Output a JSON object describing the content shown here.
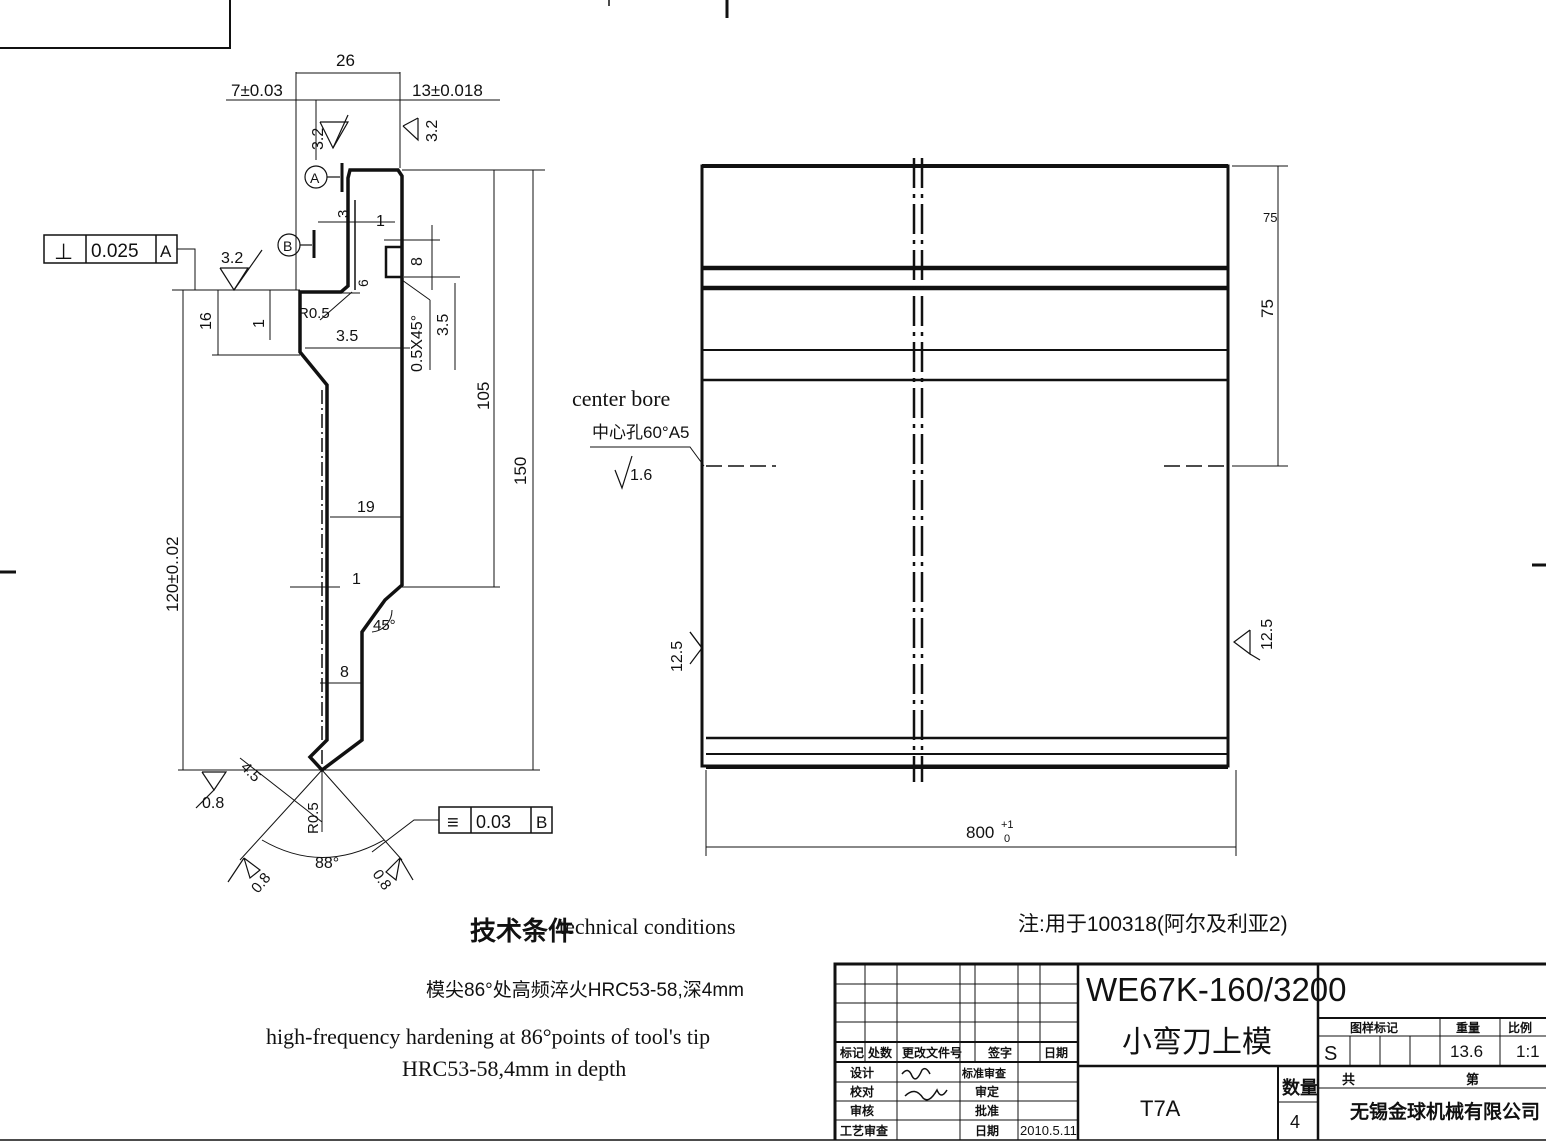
{
  "profile": {
    "dim_top": "26",
    "dim_left_offset": "7±0.03",
    "dim_right_offset": "13±0.018",
    "rough_top_left": "3.2",
    "rough_top_right": "3.2",
    "datum_a": "A",
    "datum_b": "B",
    "dim_3": "3",
    "dim_1_top": "1",
    "dim_8": "8",
    "dim_6": "6",
    "perp_symbol": "⊥",
    "perp_tol": "0.025",
    "perp_datum": "A",
    "rough_left": "3.2",
    "dim_16": "16",
    "dim_1_left": "1",
    "radius_r05_top": "R0.5",
    "dim_3_5_a": "3.5",
    "chamfer": "0.5X45°",
    "dim_3_5_b": "3.5",
    "dim_105": "105",
    "dim_150": "150",
    "dim_120": "120±0..02",
    "dim_19": "19",
    "dim_1_mid": "1",
    "angle_45": "45°",
    "dim_8_low": "8",
    "dim_4_5": "4.5",
    "rough_bottom_left": "0.8",
    "radius_r05_tip": "R0.5",
    "sym_symbol": "≡",
    "sym_tol": "0.03",
    "sym_datum": "B",
    "rough_tip_left": "0.8",
    "angle_88": "88°",
    "rough_tip_right": "0.8"
  },
  "front_view": {
    "center_bore_en": "center bore",
    "center_bore_cn": "中心孔60°A5",
    "center_bore_rough": "1.6",
    "dim_75_inner": "75",
    "dim_75": "75",
    "rough_left": "12.5",
    "rough_right": "12.5",
    "length_base": "800",
    "length_tol_upper": "+1",
    "length_tol_lower": "0"
  },
  "notes": {
    "tech_title_cn": "技术条件",
    "tech_title_en": "technical conditions",
    "note_cn": "模尖86°处高频淬火HRC53-58,深4mm",
    "note_en_line1": "high-frequency hardening at 86°points of tool's tip",
    "note_en_line2": "HRC53-58,4mm in depth",
    "remark": "注:用于100318(阿尔及利亚2)"
  },
  "title_block": {
    "drawing_no": "WE67K-160/3200",
    "part_name": "小弯刀上模",
    "material": "T7A",
    "qty_label": "数量",
    "qty": "4",
    "company": "无锡金球机械有限公司",
    "stage_label": "图样标记",
    "weight_label": "重量",
    "scale_label": "比例",
    "stage_value": "S",
    "weight_value": "13.6",
    "scale_value": "1:1",
    "sheet_total_label": "共",
    "sheet_label": "第",
    "rev_cols": [
      "标记",
      "处数",
      "更改文件号",
      "签字",
      "日期"
    ],
    "rows": [
      "设计",
      "校对",
      "审核",
      "工艺审查"
    ],
    "std_check": "标准审查",
    "review": "审定",
    "approve": "批准",
    "date_label": "日期",
    "date": "2010.5.11"
  }
}
